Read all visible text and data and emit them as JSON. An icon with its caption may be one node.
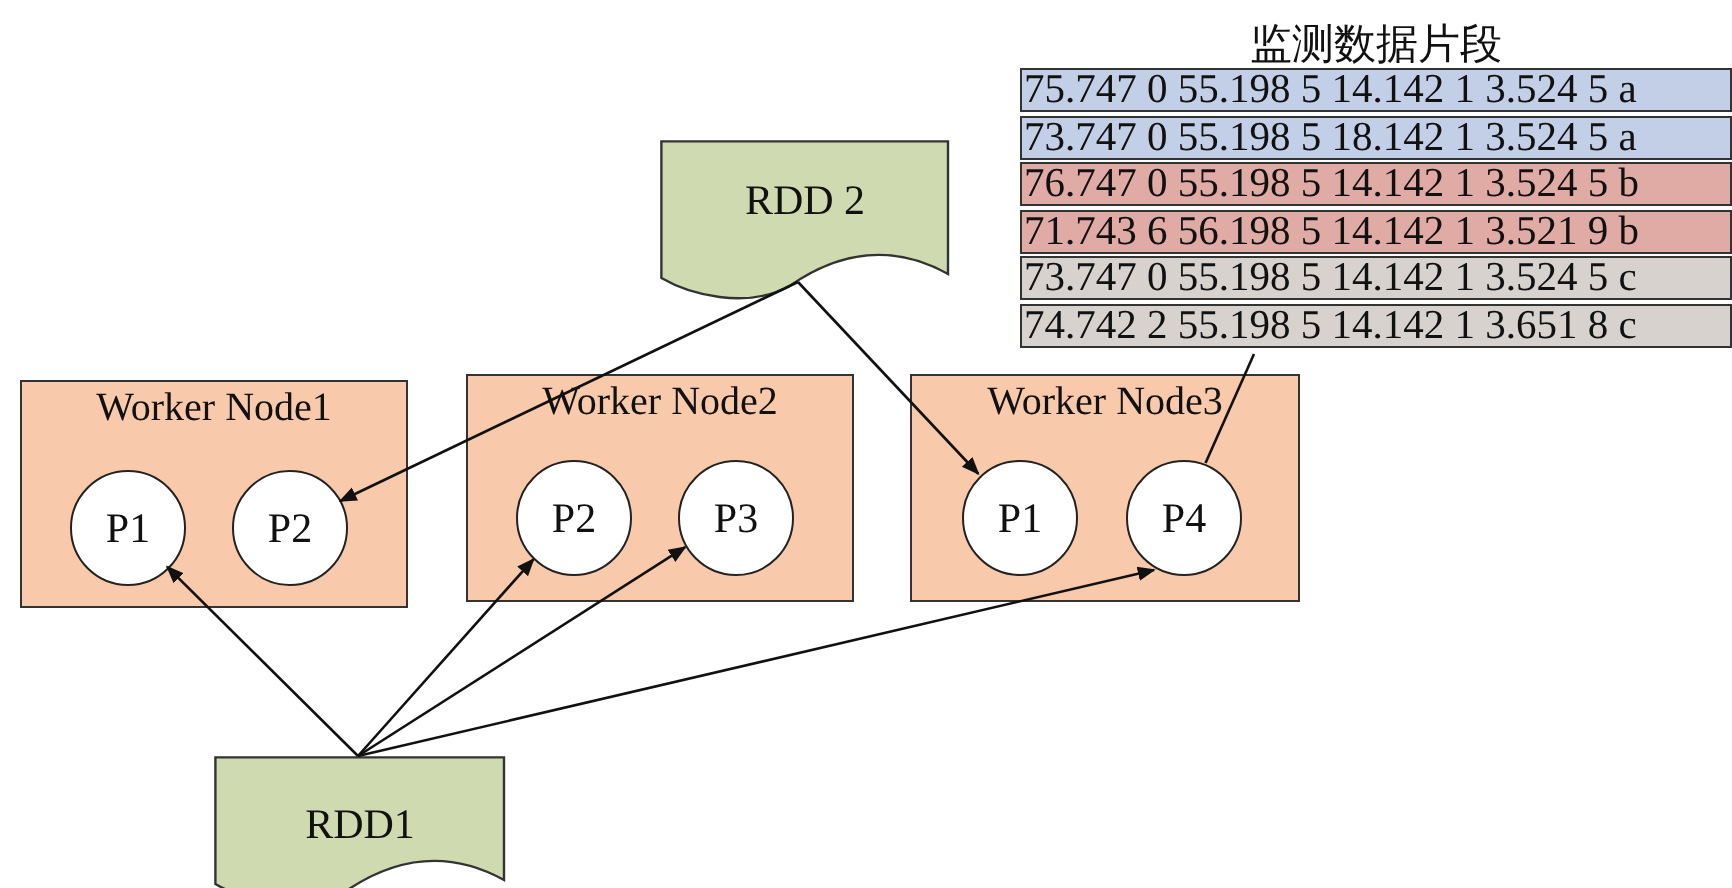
{
  "diagram": {
    "nodes": [
      {
        "text": [
          "RDD 2"
        ]
      },
      {
        "text": [
          "Worker Node1"
        ]
      },
      {
        "text": [
          "P1"
        ],
        "in": 1
      },
      {
        "text": [
          "P2"
        ],
        "in": 1
      },
      {
        "text": [
          "Worker Node2"
        ]
      },
      {
        "text": [
          "P2"
        ],
        "in": 4
      },
      {
        "text": [
          "P3"
        ],
        "in": 4
      },
      {
        "text": [
          "Worker Node3"
        ]
      },
      {
        "text": [
          "P1"
        ],
        "in": 7
      },
      {
        "text": [
          "P4"
        ],
        "in": 7
      },
      {
        "text": [
          "RDD1"
        ]
      },
      {
        "text": [
          "监测数据片段",
          "75.747 0 55.198 5 14.142 1 3.524 5 a",
          "73.747 0 55.198 5 18.142 1 3.524 5 a",
          "76.747 0 55.198 5 14.142 1 3.524 5 b",
          "71.743 6 56.198 5 14.142 1 3.521 9 b",
          "73.747 0 55.198 5 14.142 1 3.524 5 c",
          "74.742 2 55.198 5 14.142 1 3.651 8 c"
        ]
      }
    ],
    "edges": [
      {
        "from": 0,
        "to": 3,
        "arrow": "to"
      },
      {
        "from": 0,
        "to": 8,
        "arrow": "to"
      },
      {
        "from": 10,
        "to": 2,
        "arrow": "to"
      },
      {
        "from": 10,
        "to": 5,
        "arrow": "to"
      },
      {
        "from": 10,
        "to": 6,
        "arrow": "to"
      },
      {
        "from": 10,
        "to": 9,
        "arrow": "to"
      },
      {
        "from": 11,
        "to": 9,
        "arrow": "none"
      }
    ]
  }
}
